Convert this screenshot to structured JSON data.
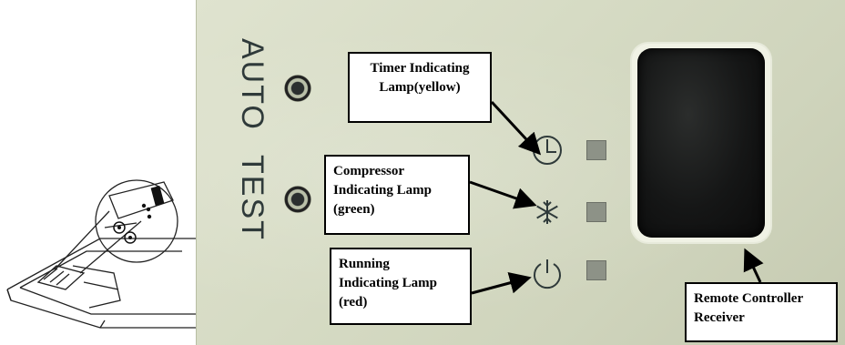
{
  "panel": {
    "button_labels": [
      "AUTO",
      "TEST"
    ]
  },
  "callouts": {
    "timer": [
      "Timer Indicating",
      "Lamp(yellow)"
    ],
    "compressor": [
      "Compressor",
      "Indicating Lamp",
      "(green)"
    ],
    "running": [
      "Running",
      "Indicating Lamp",
      "(red)"
    ],
    "receiver": [
      "Remote Controller",
      "Receiver"
    ]
  },
  "icons": {
    "timer": "timer-clock-icon",
    "compressor": "snowflake-icon",
    "running": "power-icon"
  },
  "colors": {
    "panel": "#d6dbc4",
    "text_print": "#2f3a3a",
    "receiver_window": "#111111"
  }
}
